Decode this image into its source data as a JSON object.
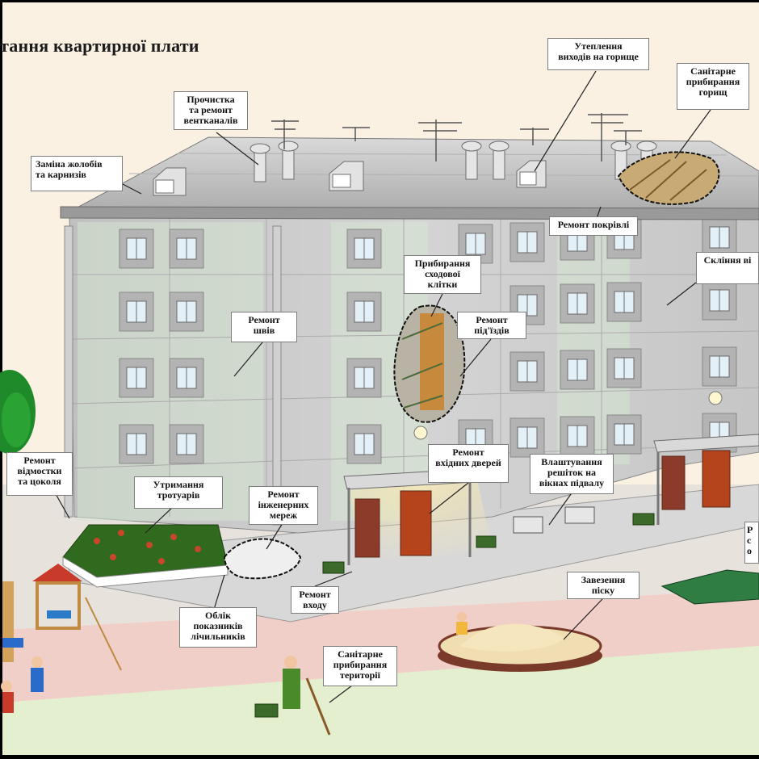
{
  "title": "тання квартирної плати",
  "labels": {
    "vent": "Прочистка\nта ремонт\nвентканалів",
    "attic_exits": "Утеплення\nвиходів на горище",
    "attic_clean": "Санітарне\nприбирання\nгорищ",
    "gutters": "Заміна жолобів\nта карнизів",
    "roof": "Ремонт покрівлі",
    "stairwell": "Прибирання\nсходової\nклітки",
    "glazing": "Скління ві",
    "seams": "Ремонт\nшвів",
    "entrances_repair": "Ремонт\nпід'їздів",
    "doors": "Ремонт\nвхідних дверей",
    "grilles": "Влаштування\nрешіток на\nвікнах підвалу",
    "foundation": "Ремонт\nвідмостки\nта цоколя",
    "sidewalks": "Утримання\nтротуарів",
    "networks": "Ремонт\nінженерних\nмереж",
    "sand": "Завезення\nпіску",
    "right_partial": "Р\nс\nо",
    "entrance": "Ремонт\nвходу",
    "meters": "Облік\nпоказників\nлічильників",
    "territory": "Санітарне\nприбирання\nтериторії"
  },
  "colors": {
    "frame": "#000000",
    "sky": "#fbf1e3",
    "wall": "#c9c9c9",
    "window_frame": "#a8a8a8",
    "glass": "#dfeef6",
    "roof": "#bdbdbd",
    "door": "#b5431c",
    "ground": "#e6e2da",
    "grass": "#dfeec9",
    "road": "#f0ccc8",
    "sand": "#f2e3bd",
    "table": "#2f7d43"
  }
}
